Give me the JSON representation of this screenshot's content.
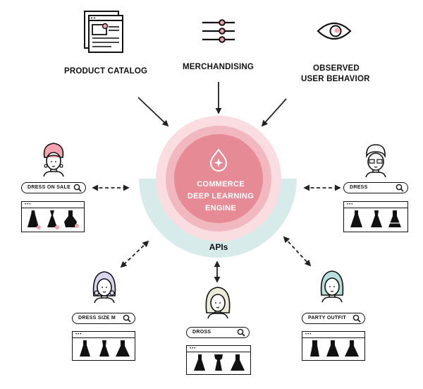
{
  "inputs": {
    "catalog": "PRODUCT CATALOG",
    "merch": "MERCHANDISING",
    "behavior_line1": "OBSERVED",
    "behavior_line2": "USER BEHAVIOR"
  },
  "engine": {
    "line1": "COMMERCE",
    "line2": "DEEP LEARNING",
    "line3": "ENGINE",
    "apis": "APIs"
  },
  "searches": {
    "left_top": "DRESS ON SALE",
    "right_top": "DRESS",
    "bottom_left": "DRESS SIZE M",
    "bottom_center": "DROSS",
    "bottom_right": "PARTY OUTFIT"
  },
  "colors": {
    "inner_circle": "#e68a96",
    "mid_ring": "#f2b8c0",
    "outer_ring": "#f9dde1",
    "apis_band": "#d6ebea",
    "accent_pink": "#f4a3b1",
    "hair_blue": "#b8dede"
  },
  "icons": [
    "document-icon",
    "sliders-icon",
    "eye-icon",
    "drop-sparkle-icon",
    "search-icon",
    "dress-icon",
    "avatar-icon"
  ]
}
